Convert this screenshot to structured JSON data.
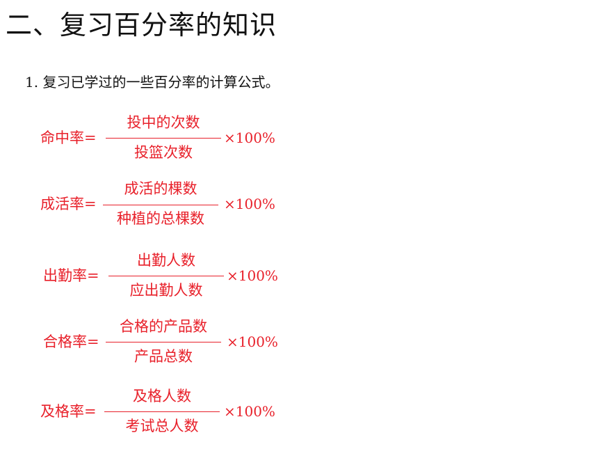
{
  "title": "二、复习百分率的知识",
  "subtitle": "1. 复习已学过的一些百分率的计算公式。",
  "formulas": [
    {
      "lhs": "命中率=",
      "numerator": "投中的次数",
      "denominator": "投篮次数",
      "multiplier": "×100%"
    },
    {
      "lhs": "成活率=",
      "numerator": "成活的棵数",
      "denominator": "种植的总棵数",
      "multiplier": "×100%"
    },
    {
      "lhs": "出勤率=",
      "numerator": "出勤人数",
      "denominator": "应出勤人数",
      "multiplier": "×100%"
    },
    {
      "lhs": "合格率=",
      "numerator": "合格的产品数",
      "denominator": "产品总数",
      "multiplier": "×100%"
    },
    {
      "lhs": "及格率=",
      "numerator": "及格人数",
      "denominator": "考试总人数",
      "multiplier": "×100%"
    }
  ],
  "colors": {
    "formula": "#e8202a",
    "text": "#111111",
    "background": "#ffffff"
  }
}
